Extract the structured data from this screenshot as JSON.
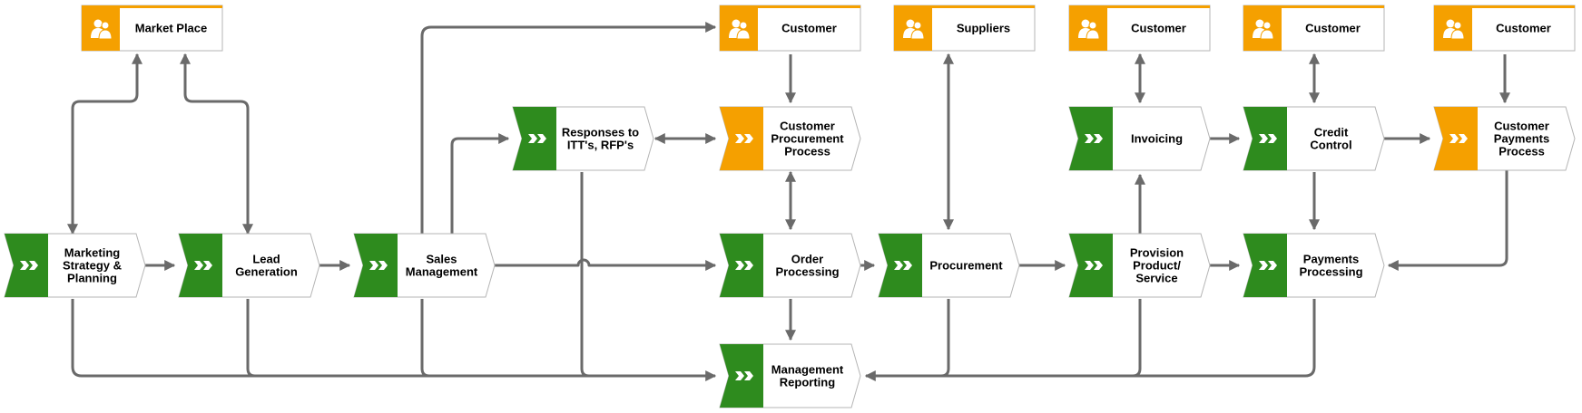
{
  "colors": {
    "process_green": "#2e8b1e",
    "process_orange": "#f5a000",
    "connector": "#6a6a6a",
    "box_border": "#b5b5b5"
  },
  "entities": [
    {
      "id": "market-place",
      "label": [
        "Market Place"
      ]
    },
    {
      "id": "customer-top",
      "label": [
        "Customer"
      ]
    },
    {
      "id": "suppliers",
      "label": [
        "Suppliers"
      ]
    },
    {
      "id": "customer-invoicing",
      "label": [
        "Customer"
      ]
    },
    {
      "id": "customer-credit",
      "label": [
        "Customer"
      ]
    },
    {
      "id": "customer-payments",
      "label": [
        "Customer"
      ]
    }
  ],
  "processes": [
    {
      "id": "marketing",
      "label": [
        "Marketing",
        "Strategy &",
        "Planning"
      ],
      "icon": "process-green-icon"
    },
    {
      "id": "lead-generation",
      "label": [
        "Lead",
        "Generation"
      ],
      "icon": "process-green-icon"
    },
    {
      "id": "sales-management",
      "label": [
        "Sales",
        "Management"
      ],
      "icon": "process-green-icon"
    },
    {
      "id": "responses",
      "label": [
        "Responses to",
        "ITT's, RFP's"
      ],
      "icon": "process-green-icon"
    },
    {
      "id": "customer-procurement",
      "label": [
        "Customer",
        "Procurement",
        "Process"
      ],
      "icon": "process-orange-icon"
    },
    {
      "id": "order-processing",
      "label": [
        "Order",
        "Processing"
      ],
      "icon": "process-green-icon"
    },
    {
      "id": "procurement",
      "label": [
        "Procurement"
      ],
      "icon": "process-green-icon"
    },
    {
      "id": "invoicing",
      "label": [
        "Invoicing"
      ],
      "icon": "process-green-icon"
    },
    {
      "id": "credit-control",
      "label": [
        "Credit",
        "Control"
      ],
      "icon": "process-green-icon"
    },
    {
      "id": "customer-payments-process",
      "label": [
        "Customer",
        "Payments",
        "Process"
      ],
      "icon": "process-orange-icon"
    },
    {
      "id": "provision",
      "label": [
        "Provision",
        "Product/",
        "Service"
      ],
      "icon": "process-green-icon"
    },
    {
      "id": "payments-processing",
      "label": [
        "Payments",
        "Processing"
      ],
      "icon": "process-green-icon"
    },
    {
      "id": "management-reporting",
      "label": [
        "Management",
        "Reporting"
      ],
      "icon": "process-green-icon"
    }
  ]
}
